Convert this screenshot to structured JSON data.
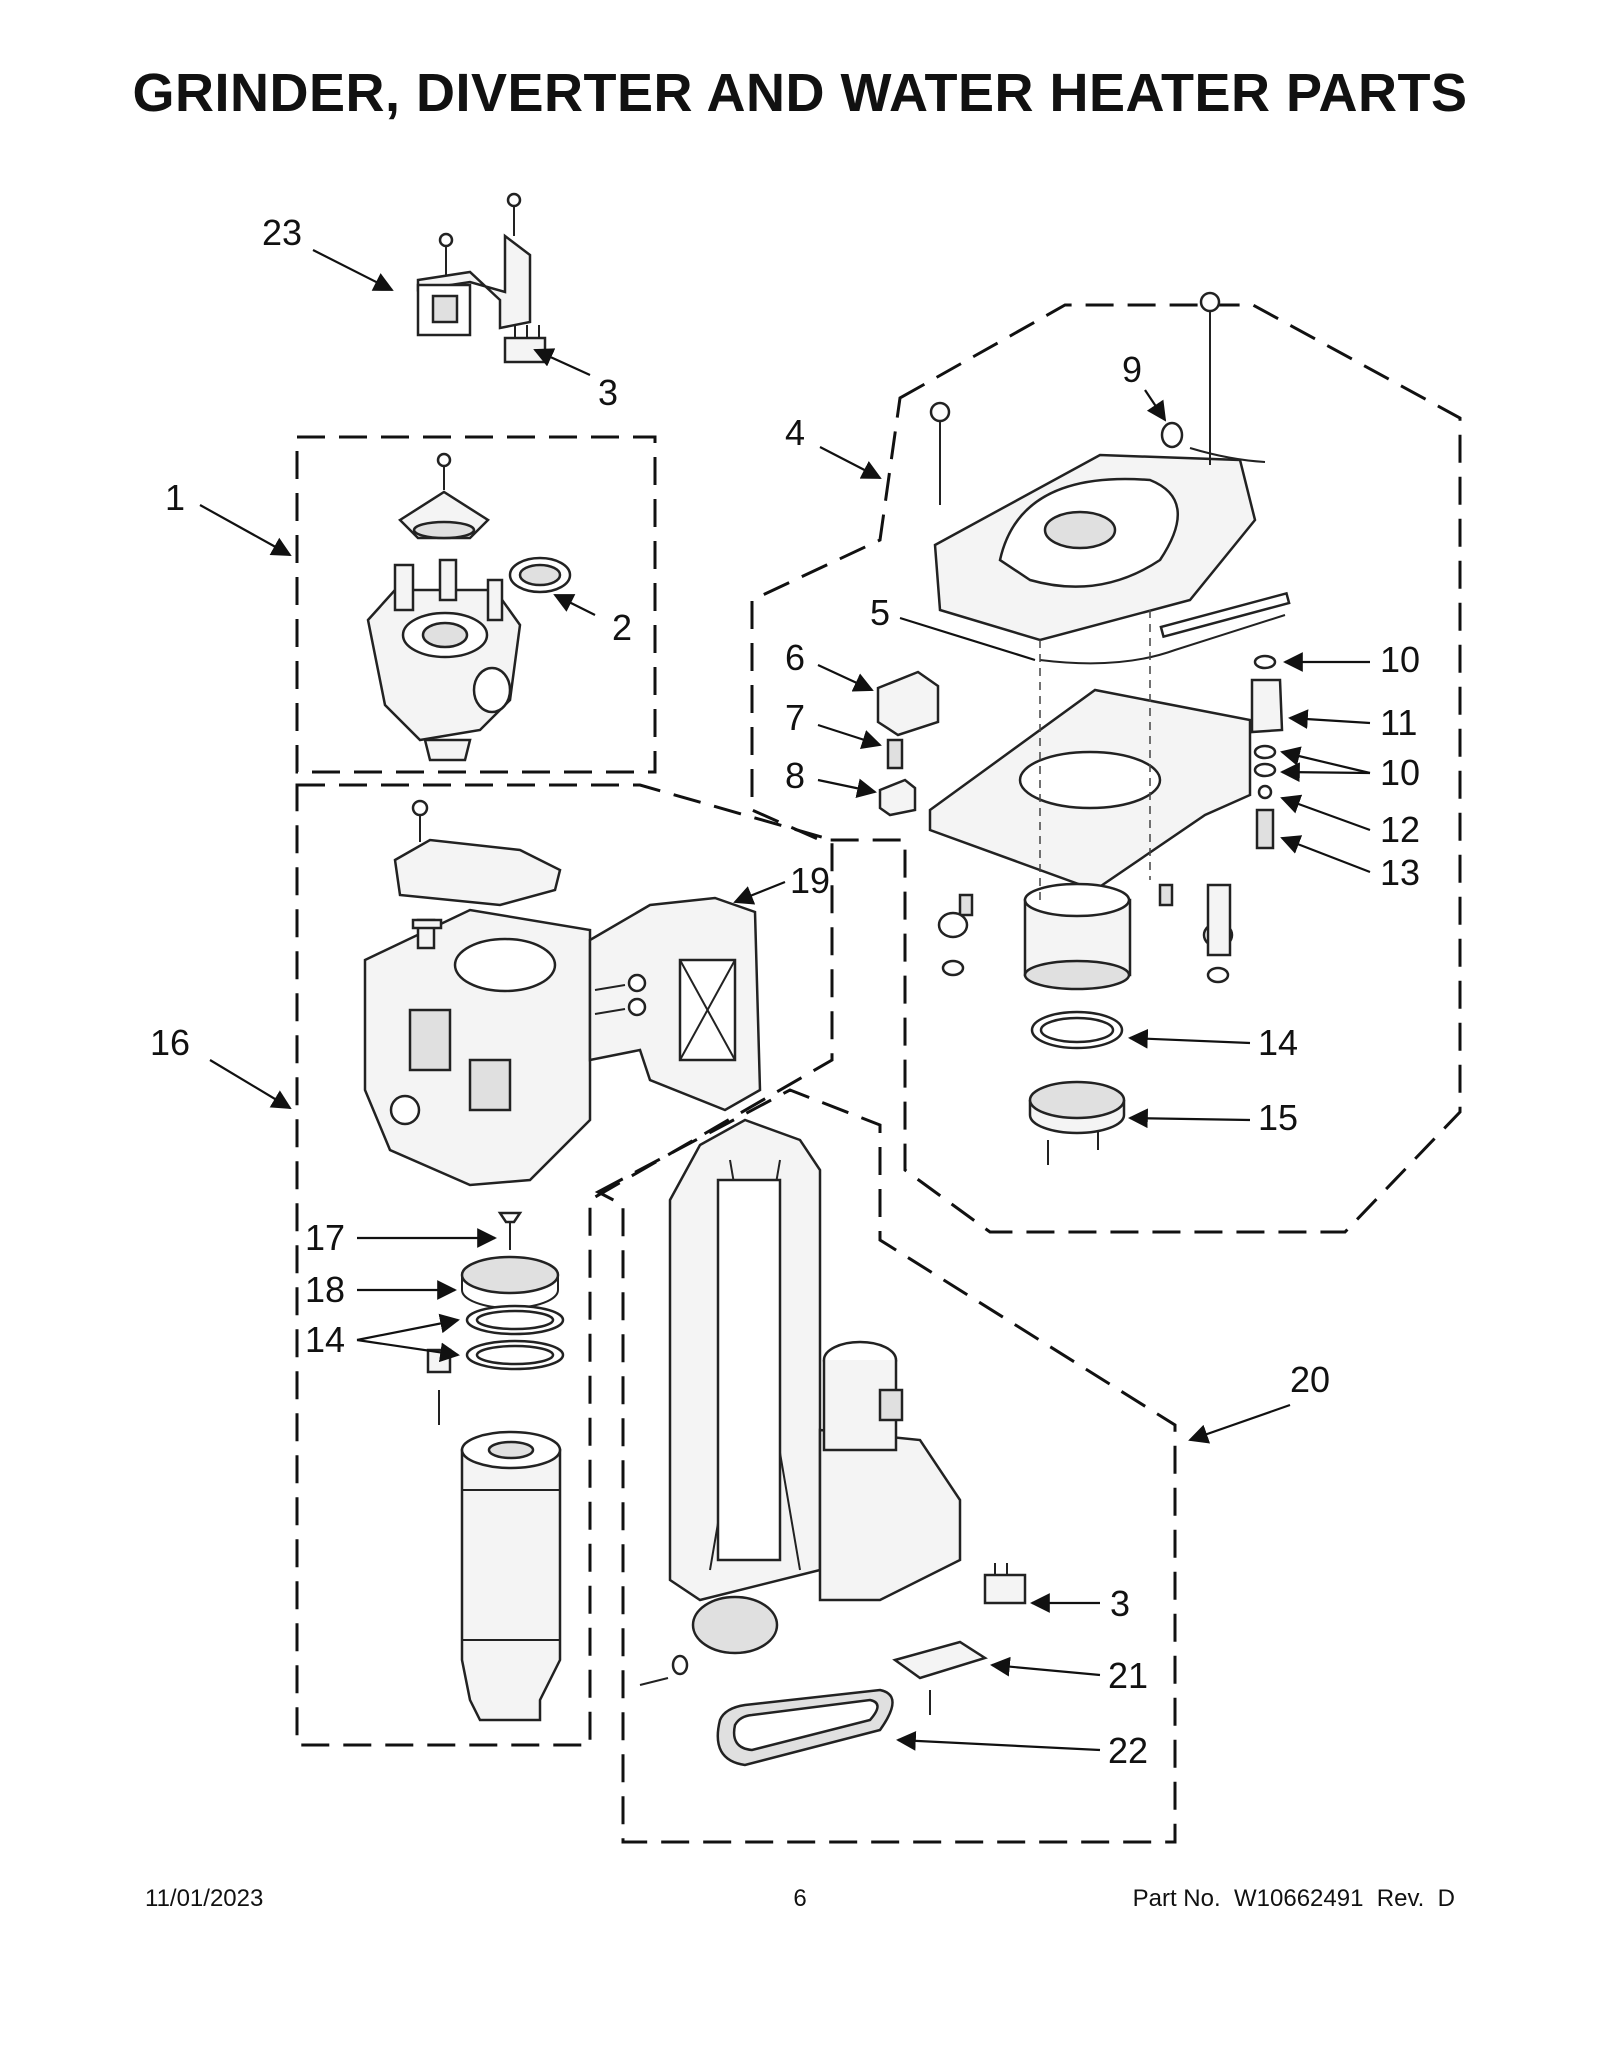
{
  "title": "GRINDER, DIVERTER AND WATER HEATER PARTS",
  "callouts": {
    "c23": "23",
    "c3a": "3",
    "c1": "1",
    "c2": "2",
    "c4": "4",
    "c9": "9",
    "c5": "5",
    "c6": "6",
    "c7": "7",
    "c8": "8",
    "c10a": "10",
    "c11": "11",
    "c10b": "10",
    "c12": "12",
    "c13": "13",
    "c14a": "14",
    "c15": "15",
    "c19": "19",
    "c16": "16",
    "c17": "17",
    "c18": "18",
    "c14b": "14",
    "c20": "20",
    "c3b": "3",
    "c21": "21",
    "c22": "22"
  },
  "footer": {
    "date": "11/01/2023",
    "page": "6",
    "part_no": "Part No.  W10662491  Rev.  D"
  }
}
